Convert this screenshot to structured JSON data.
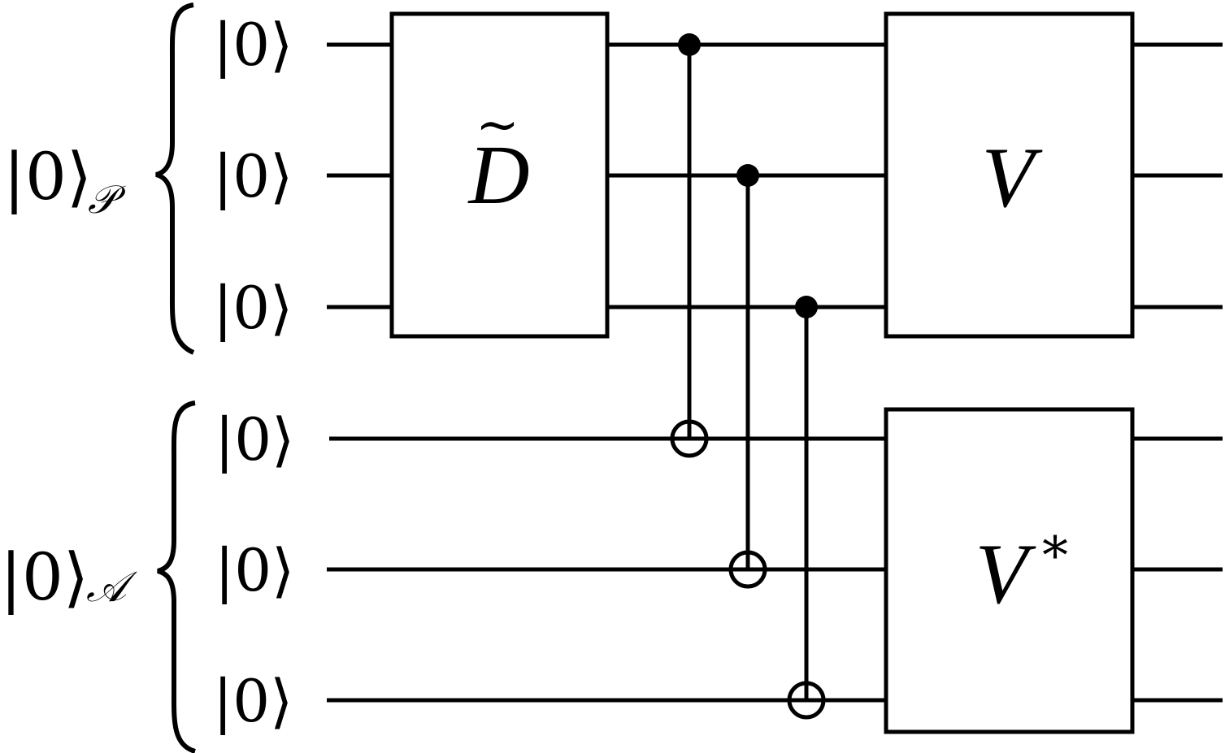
{
  "groups": [
    {
      "ket": "|0⟩",
      "subscript": "𝒫",
      "qubits": [
        {
          "ket": "|0⟩"
        },
        {
          "ket": "|0⟩"
        },
        {
          "ket": "|0⟩"
        }
      ]
    },
    {
      "ket": "|0⟩",
      "subscript": "𝒜",
      "qubits": [
        {
          "ket": "|0⟩"
        },
        {
          "ket": "|0⟩"
        },
        {
          "ket": "|0⟩"
        }
      ]
    }
  ],
  "gates": {
    "d_tilde": {
      "label": "D",
      "accent": "~"
    },
    "v": {
      "label": "V"
    },
    "v_star": {
      "label": "V",
      "superscript": "*"
    }
  },
  "cnots": [
    {
      "control": "P1",
      "target": "A1"
    },
    {
      "control": "P2",
      "target": "A2"
    },
    {
      "control": "P3",
      "target": "A3"
    }
  ],
  "colors": {
    "stroke": "#000000",
    "background": "#ffffff"
  }
}
